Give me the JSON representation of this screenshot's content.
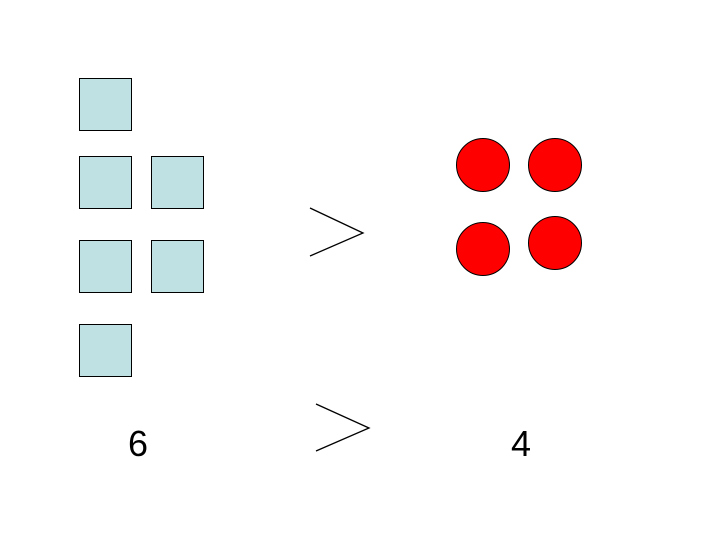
{
  "left_group": {
    "shape": "square",
    "color": "#bfe1e4",
    "count_label": "6"
  },
  "right_group": {
    "shape": "circle",
    "color": "#ff0000",
    "count_label": "4"
  },
  "comparison_symbol": "greater-than",
  "stroke_color": "#000000"
}
